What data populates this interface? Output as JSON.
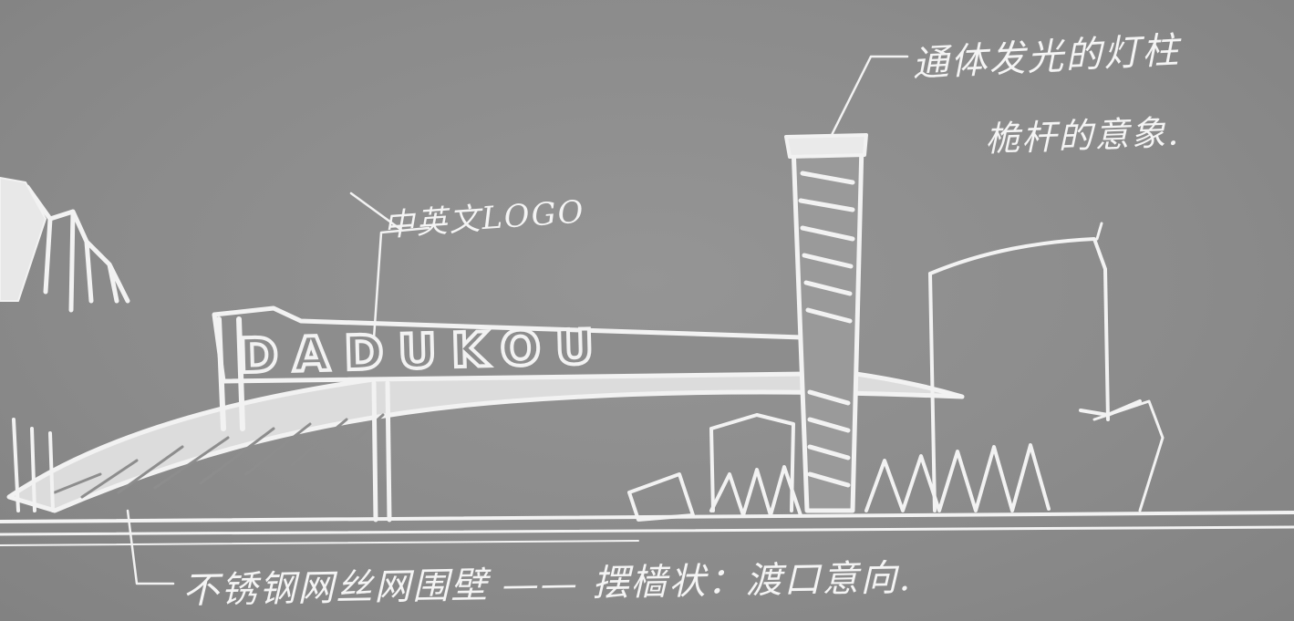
{
  "sketch": {
    "background_color": "#8d8d8d",
    "line_color": "#f2f2f2",
    "sign_text": "DADUKOU",
    "annotations": {
      "top_line_1": "通体发光的灯柱",
      "top_line_2": "桅杆的意象.",
      "logo_label": "中英文LOGO",
      "bottom_caption": "不锈钢网丝网围壁 —— 摆樯状：渡口意向."
    }
  }
}
